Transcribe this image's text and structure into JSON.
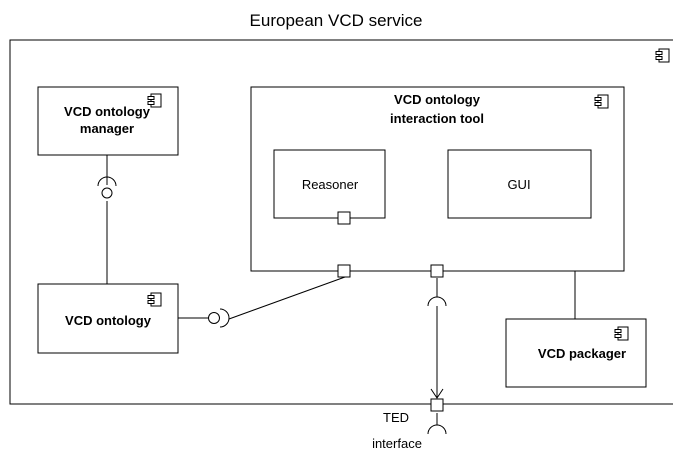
{
  "title": "European VCD service",
  "components": {
    "manager": {
      "line1": "VCD ontology",
      "line2": "manager",
      "icon": "component-icon"
    },
    "ontology": {
      "label": "VCD ontology",
      "icon": "component-icon"
    },
    "interaction_tool": {
      "line1": "VCD ontology",
      "line2": "interaction tool",
      "icon": "component-icon"
    },
    "reasoner": {
      "label": "Reasoner"
    },
    "gui": {
      "label": "GUI"
    },
    "packager": {
      "label": "VCD packager",
      "icon": "component-icon"
    }
  },
  "external_port": {
    "line1": "TED",
    "line2": "interface"
  },
  "service_icon": "component-icon"
}
